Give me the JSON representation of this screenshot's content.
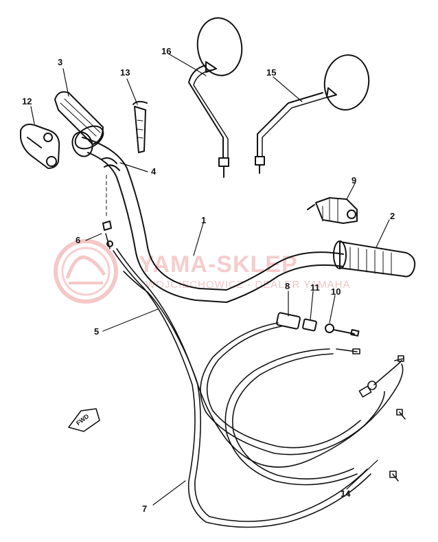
{
  "watermark": {
    "title": "YAMA-SKLEP",
    "subtitle": "WOJCIECHOWICZ - DEALER YAMAHA",
    "color": "#e06060"
  },
  "direction_label": "FWD",
  "callouts": [
    {
      "id": "1",
      "label": "1",
      "part": "handlebar"
    },
    {
      "id": "2",
      "label": "2",
      "part": "grip-right"
    },
    {
      "id": "3",
      "label": "3",
      "part": "grip-left"
    },
    {
      "id": "4",
      "label": "4",
      "part": "band"
    },
    {
      "id": "5",
      "label": "5",
      "part": "cable-upper"
    },
    {
      "id": "6",
      "label": "6",
      "part": "bolt"
    },
    {
      "id": "7",
      "label": "7",
      "part": "cable-lower"
    },
    {
      "id": "8",
      "label": "8",
      "part": "adjuster"
    },
    {
      "id": "9",
      "label": "9",
      "part": "throttle-housing"
    },
    {
      "id": "10",
      "label": "10",
      "part": "nut"
    },
    {
      "id": "11",
      "label": "11",
      "part": "locknut"
    },
    {
      "id": "12",
      "label": "12",
      "part": "lever-holder"
    },
    {
      "id": "13",
      "label": "13",
      "part": "cable-clamp"
    },
    {
      "id": "14",
      "label": "14",
      "part": "cable-clutch"
    },
    {
      "id": "15",
      "label": "15",
      "part": "mirror-right"
    },
    {
      "id": "16",
      "label": "16",
      "part": "mirror-left"
    }
  ]
}
